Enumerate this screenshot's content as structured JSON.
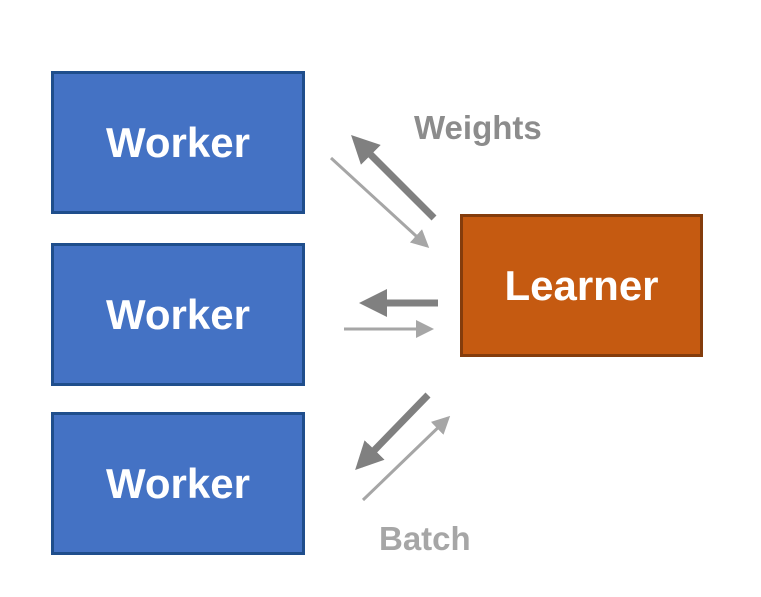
{
  "diagram": {
    "workers": [
      {
        "label": "Worker"
      },
      {
        "label": "Worker"
      },
      {
        "label": "Worker"
      }
    ],
    "learner": {
      "label": "Learner"
    },
    "labels": {
      "weights": "Weights",
      "batch": "Batch"
    },
    "colors": {
      "worker_fill": "#4472c4",
      "worker_border": "#1f4e8c",
      "learner_fill": "#c55a11",
      "learner_border": "#843c0c",
      "weights_arrow": "#808080",
      "batch_arrow": "#a6a6a6",
      "label_text": "#8c8c8c"
    }
  }
}
